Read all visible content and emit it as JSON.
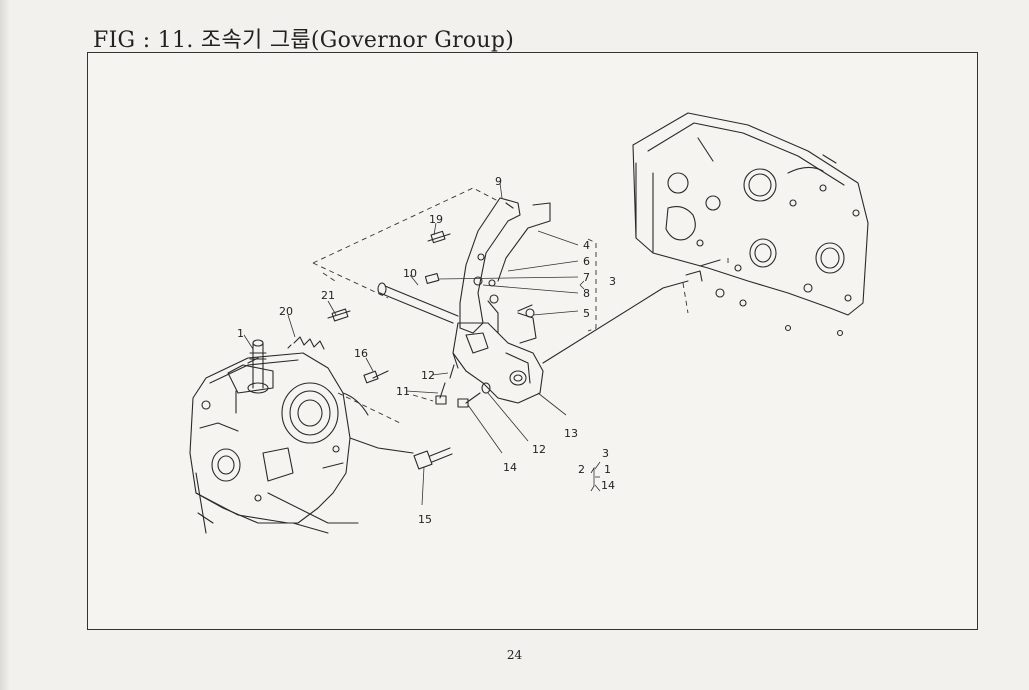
{
  "page": {
    "title": "FIG : 11. 조속기 그룹(Governor Group)",
    "page_number": "24"
  },
  "diagram": {
    "callouts": [
      "1",
      "20",
      "21",
      "19",
      "10",
      "9",
      "16",
      "12",
      "11",
      "4",
      "6",
      "7",
      "8",
      "5",
      "3",
      "13",
      "12",
      "14",
      "15",
      "2",
      "3",
      "1",
      "14"
    ]
  }
}
